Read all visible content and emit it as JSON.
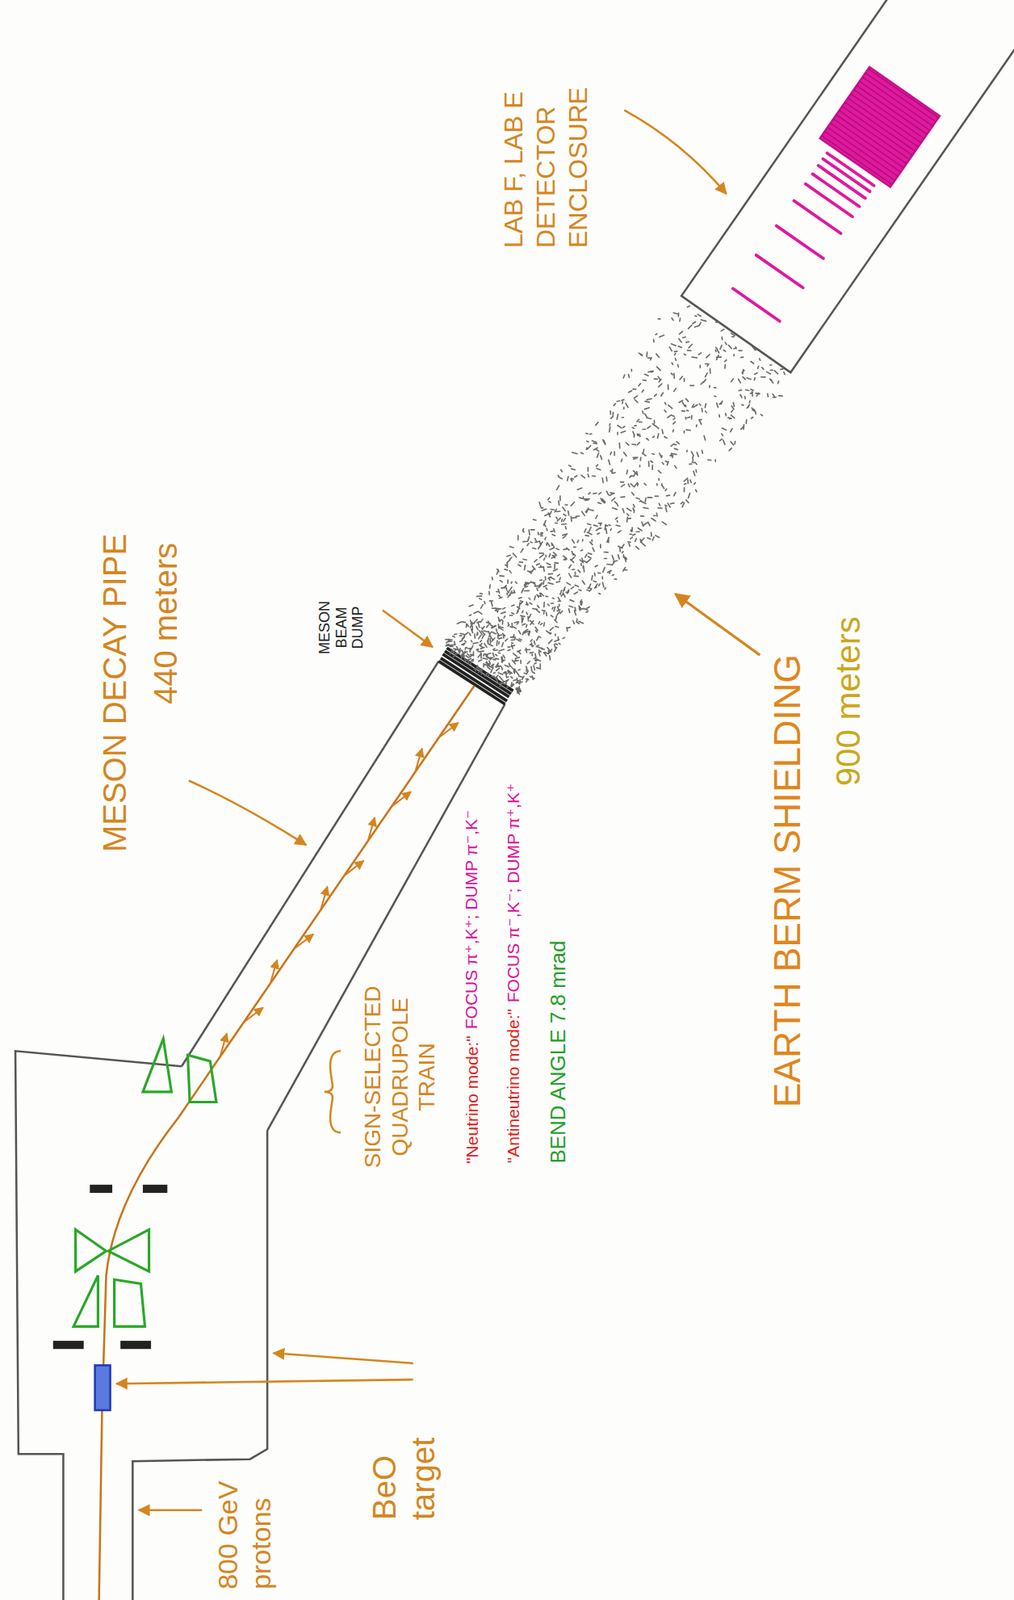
{
  "diagram": {
    "labels": [
      "800 GeV protons",
      "BeO target",
      "SIGN-SELECTED QUADRUPOLE TRAIN",
      "\"Neutrino mode:\"",
      "FOCUS π⁺,K⁺; DUMP π⁻,K⁻",
      "\"Antineutrino mode:\"",
      "FOCUS π⁻,K⁻; DUMP π⁺,K⁺",
      "BEND ANGLE 7.8 mrad",
      "MESON DECAY PIPE",
      "440 meters",
      "MESON BEAM DUMP",
      "EARTH BERM SHIELDING",
      "900 meters",
      "LAB F, LAB E DETECTOR ENCLOSURE"
    ]
  }
}
